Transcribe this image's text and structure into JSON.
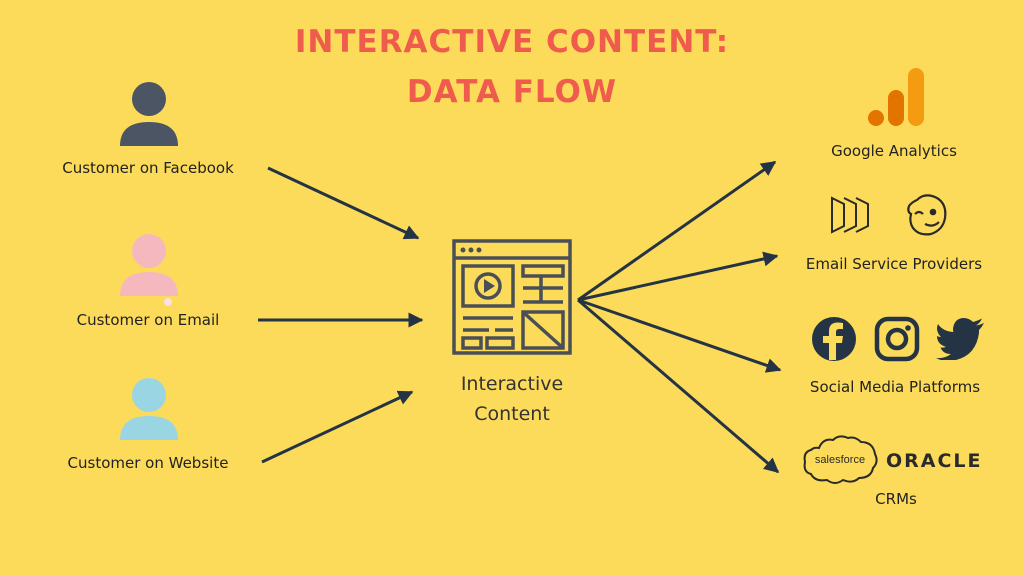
{
  "title": {
    "line1": "INTERACTIVE CONTENT:",
    "line2": "DATA FLOW"
  },
  "sources": [
    {
      "label": "Customer on Facebook",
      "icon": "user-icon",
      "color": "#4b5563"
    },
    {
      "label": "Customer on Email",
      "icon": "user-icon",
      "color": "#f6b8bf"
    },
    {
      "label": "Customer on Website",
      "icon": "user-icon",
      "color": "#9ad5e4"
    }
  ],
  "center": {
    "line1": "Interactive",
    "line2": "Content",
    "icon": "web-page-layout-icon"
  },
  "destinations": [
    {
      "label": "Google Analytics",
      "icons": [
        "google-analytics-icon"
      ]
    },
    {
      "label": "Email Service Providers",
      "icons": [
        "campaign-monitor-icon",
        "mailchimp-icon"
      ]
    },
    {
      "label": "Social Media Platforms",
      "icons": [
        "facebook-icon",
        "instagram-icon",
        "twitter-icon"
      ]
    },
    {
      "label": "CRMs",
      "icons": [
        "salesforce-icon",
        "oracle-logo"
      ],
      "logo_text": {
        "salesforce": "salesforce",
        "oracle": "ORACLE"
      }
    }
  ],
  "colors": {
    "background": "#fddb5a",
    "title": "#ef5b4c",
    "arrow": "#243444",
    "icon_stroke": "#4a4f55",
    "analytics_orange": "#f59b12",
    "analytics_dark": "#e37400"
  }
}
